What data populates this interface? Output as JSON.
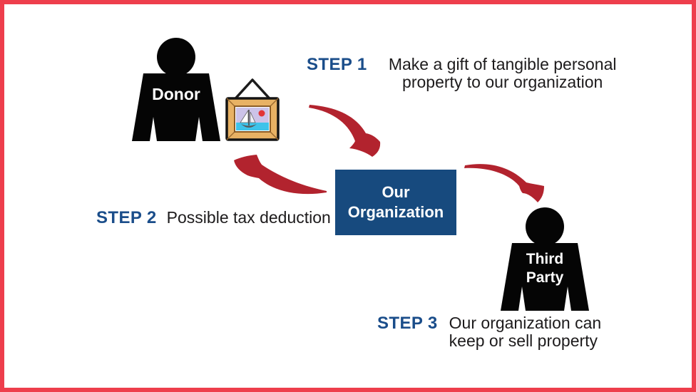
{
  "diagram_title": "Gift of tangible personal property process",
  "palette": {
    "border_red": "#ee3e4c",
    "arrow_red": "#b2232e",
    "step_label_blue": "#1a4d8a",
    "organization_box_blue": "#174a7e",
    "silhouette_black": "#050505",
    "body_text": "#1d1b1c"
  },
  "donor": {
    "label": "Donor"
  },
  "gift": {
    "icon": "framed-picture-icon",
    "depicts": "sailboat painting in wooden frame"
  },
  "organization": {
    "lines": [
      "Our",
      "Organization"
    ]
  },
  "third_party": {
    "lines": [
      "Third",
      "Party"
    ]
  },
  "steps": [
    {
      "label": "STEP 1",
      "lines": [
        "Make a gift of tangible personal",
        "property to our organization"
      ]
    },
    {
      "label": "STEP 2",
      "lines": [
        "Possible tax deduction"
      ]
    },
    {
      "label": "STEP 3",
      "lines": [
        "Our organization can",
        "keep or sell property"
      ]
    }
  ]
}
